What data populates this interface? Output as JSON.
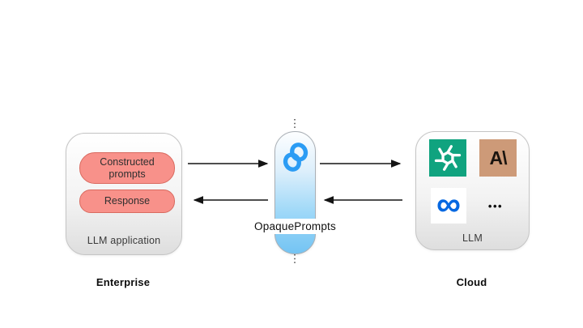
{
  "enterprise": {
    "caption": "Enterprise",
    "box_label": "LLM application",
    "pills": {
      "constructed": "Constructed prompts",
      "response": "Response"
    },
    "pill_bg": "#F8918A",
    "pill_border": "#D96A5F"
  },
  "proxy": {
    "label": "OpaquePrompts",
    "icon": "opaqueprompts-link-icon",
    "logo_color": "#2B9CF4",
    "capsule_top_color": "#FDFEFF",
    "capsule_bottom_color": "#74C4F3"
  },
  "cloud": {
    "caption": "Cloud",
    "box_label": "LLM",
    "providers": [
      {
        "id": "openai",
        "icon": "openai-logo-icon",
        "bg": "#10A37F",
        "fg": "#FFFFFF"
      },
      {
        "id": "anthropic",
        "icon": "anthropic-logo-icon",
        "glyph": "A\\",
        "bg": "#CD9A78",
        "fg": "#1B150F"
      },
      {
        "id": "meta",
        "icon": "meta-logo-icon",
        "glyph": "∞",
        "bg": "#FFFFFF",
        "fg": "#0668E1"
      },
      {
        "id": "more",
        "icon": "ellipsis-icon",
        "glyph": "•••",
        "fg": "#111111"
      }
    ]
  },
  "arrows": {
    "color": "#141414"
  }
}
